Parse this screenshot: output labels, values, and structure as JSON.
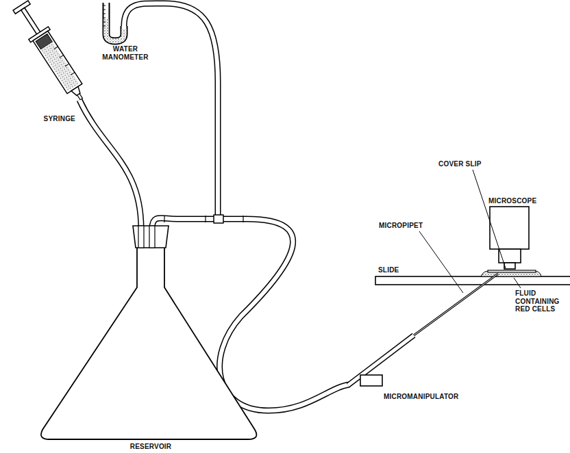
{
  "diagram": {
    "labels": [
      "WATER MANOMETER",
      "SYRINGE",
      "MICROPIPET",
      "COVER SLIP",
      "MICROSCOPE",
      "SLIDE",
      "FLUID CONTAINING RED CELLS",
      "MICROMANIPULATOR",
      "RESERVOIR"
    ]
  }
}
